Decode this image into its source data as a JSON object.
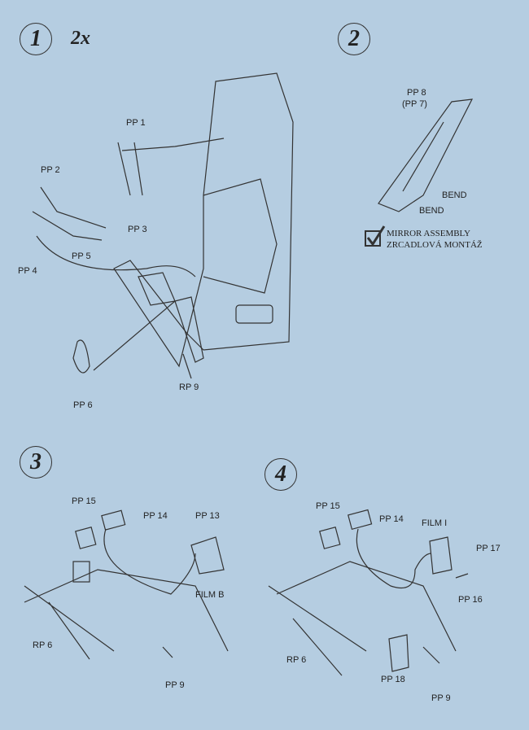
{
  "steps": [
    {
      "number": "1",
      "multiplier": "2x"
    },
    {
      "number": "2"
    },
    {
      "number": "3"
    },
    {
      "number": "4"
    }
  ],
  "step1_labels": {
    "pp1": "PP 1",
    "pp2": "PP 2",
    "pp3": "PP 3",
    "pp4": "PP 4",
    "pp5": "PP 5",
    "pp6": "PP 6",
    "rp9": "RP 9"
  },
  "step2_labels": {
    "pp8": "PP 8",
    "pp7": "(PP 7)",
    "bend1": "BEND",
    "bend2": "BEND",
    "note_en": "MIRROR  ASSEMBLY",
    "note_cz": "ZRCADLOVÁ MONTÁŽ"
  },
  "step3_labels": {
    "pp15": "PP 15",
    "pp14": "PP 14",
    "pp13": "PP 13",
    "film": "FILM B",
    "rp6": "RP 6",
    "pp9": "PP 9"
  },
  "step4_labels": {
    "pp15": "PP 15",
    "pp14": "PP 14",
    "film": "FILM I",
    "pp17": "PP 17",
    "pp16": "PP 16",
    "rp6": "RP 6",
    "pp18": "PP 18",
    "pp9": "PP 9"
  }
}
